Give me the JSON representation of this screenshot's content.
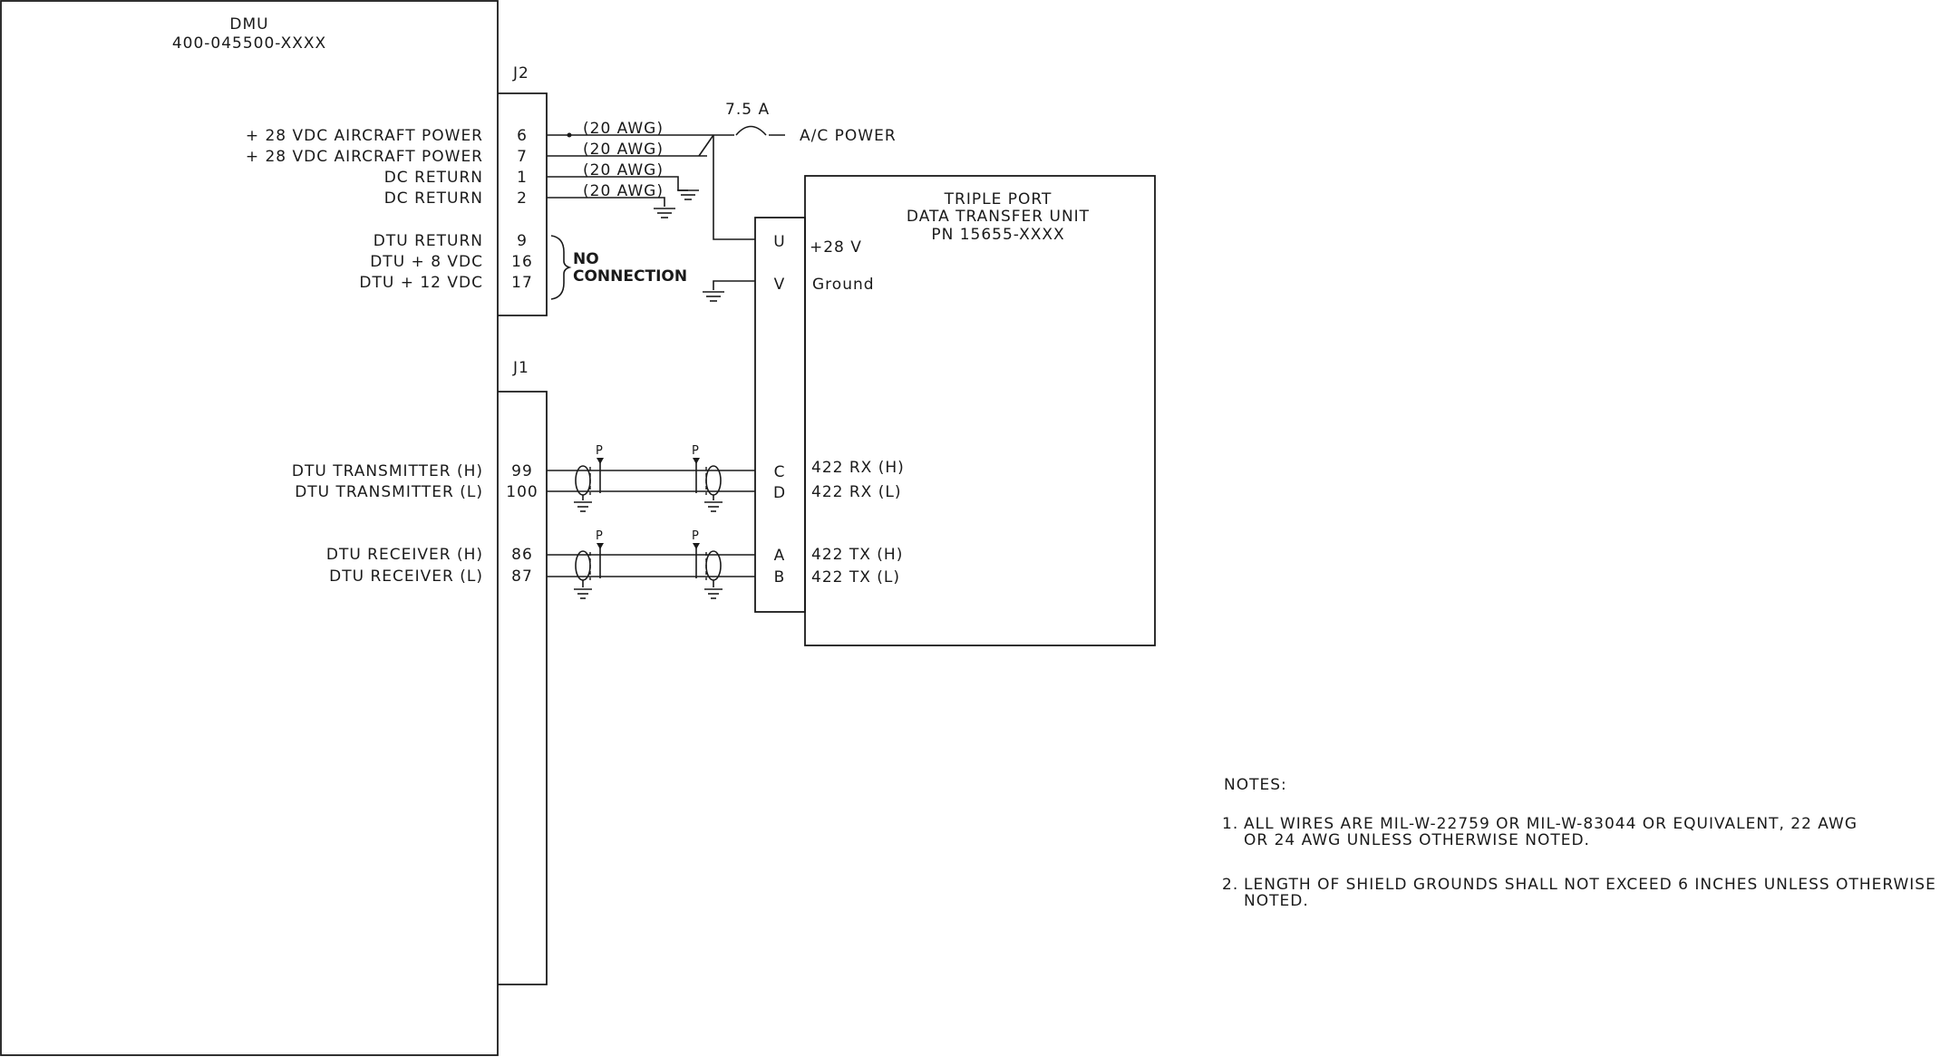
{
  "dmu": {
    "name": "DMU",
    "part_number": "400-045500-XXXX"
  },
  "j2": {
    "label": "J2",
    "pins": [
      {
        "signal": "+ 28 VDC AIRCRAFT POWER",
        "pin": "6",
        "wire": "(20 AWG)"
      },
      {
        "signal": "+ 28 VDC AIRCRAFT POWER",
        "pin": "7",
        "wire": "(20 AWG)"
      },
      {
        "signal": "DC RETURN",
        "pin": "1",
        "wire": "(20 AWG)"
      },
      {
        "signal": "DC RETURN",
        "pin": "2",
        "wire": "(20 AWG)"
      },
      {
        "signal": "DTU RETURN",
        "pin": "9"
      },
      {
        "signal": "DTU + 8 VDC",
        "pin": "16"
      },
      {
        "signal": "DTU + 12 VDC",
        "pin": "17"
      }
    ],
    "no_connection": [
      "NO",
      "CONNECTION"
    ]
  },
  "j1": {
    "label": "J1",
    "pins": [
      {
        "signal": "DTU TRANSMITTER (H)",
        "pin": "99"
      },
      {
        "signal": "DTU TRANSMITTER (L)",
        "pin": "100"
      },
      {
        "signal": "DTU RECEIVER (H)",
        "pin": "86"
      },
      {
        "signal": "DTU RECEIVER (L)",
        "pin": "87"
      }
    ]
  },
  "breaker": {
    "rating": "7.5 A",
    "label": "A/C POWER"
  },
  "shield_marker": "P",
  "dtu": {
    "title": [
      "TRIPLE PORT",
      "DATA TRANSFER UNIT",
      "PN 15655-XXXX"
    ],
    "pins": [
      {
        "pin": "U",
        "signal": "+28 V"
      },
      {
        "pin": "V",
        "signal": "Ground"
      },
      {
        "pin": "C",
        "signal": "422 RX (H)"
      },
      {
        "pin": "D",
        "signal": "422 RX (L)"
      },
      {
        "pin": "A",
        "signal": "422 TX (H)"
      },
      {
        "pin": "B",
        "signal": "422 TX (L)"
      }
    ]
  },
  "notes": {
    "heading": "NOTES:",
    "items": [
      {
        "num": "1.",
        "lines": [
          "ALL WIRES ARE MIL-W-22759 OR MIL-W-83044 OR EQUIVALENT, 22 AWG",
          "OR 24 AWG UNLESS OTHERWISE NOTED."
        ]
      },
      {
        "num": "2.",
        "lines": [
          "LENGTH OF SHIELD GROUNDS SHALL NOT EXCEED 6 INCHES UNLESS OTHERWISE",
          "NOTED."
        ]
      }
    ]
  }
}
